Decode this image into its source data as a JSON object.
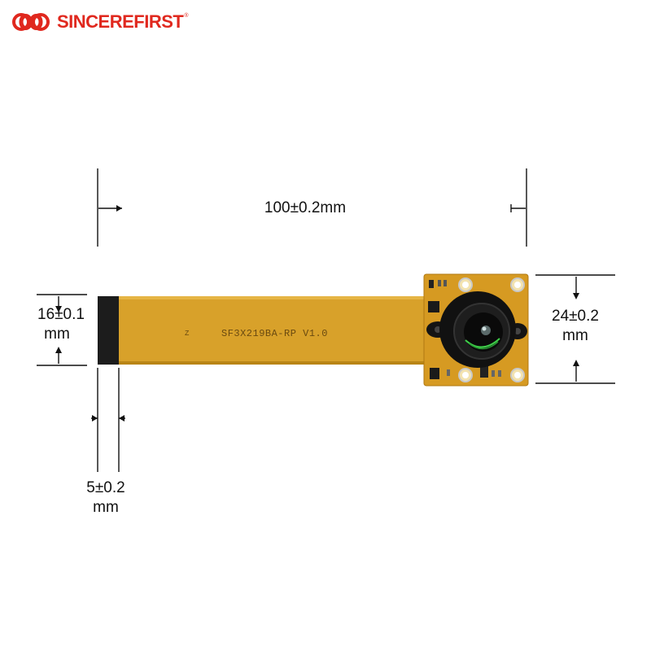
{
  "brand": {
    "name": "SINCEREFIRST",
    "registered_mark": "®",
    "color": "#e0281e"
  },
  "board": {
    "silkscreen_text": "SF3X219BA-RP V1.0",
    "silkscreen_mark": "Z",
    "fpc_color": "#d8a12a",
    "pcb_color": "#d69a22",
    "stiffener_color": "#1c1c1c"
  },
  "dimensions": {
    "length": "100±0.2mm",
    "cable_width_value": "16±0.1",
    "cable_width_unit": "mm",
    "stiffener_value": "5±0.2",
    "stiffener_unit": "mm",
    "board_height_value": "24±0.2",
    "board_height_unit": "mm"
  }
}
